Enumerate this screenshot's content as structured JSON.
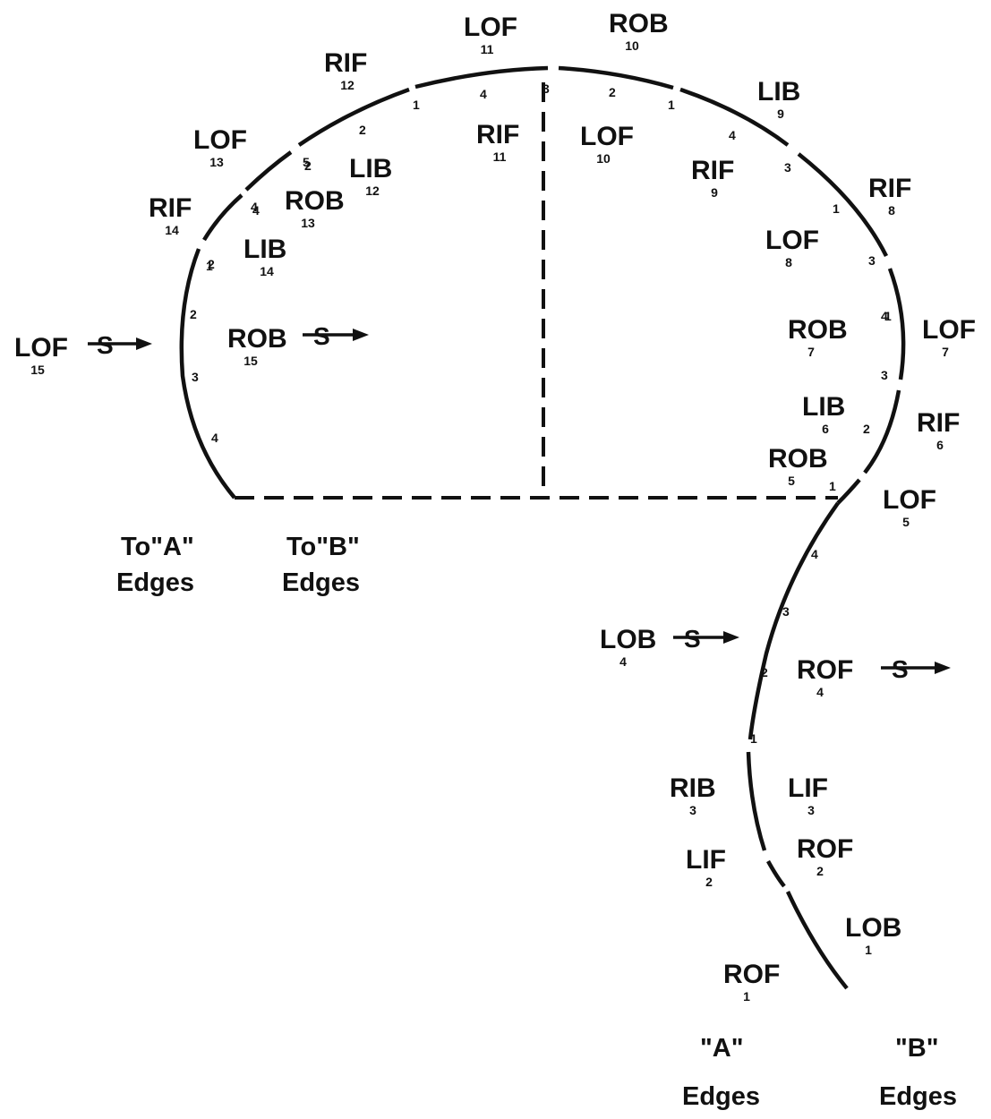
{
  "labels": [
    {
      "id": "lof-11-top",
      "code": "LOF",
      "num": "11"
    },
    {
      "id": "rob-10-top",
      "code": "ROB",
      "num": "10"
    },
    {
      "id": "rif-12",
      "code": "RIF",
      "num": "12"
    },
    {
      "id": "lib-9",
      "code": "LIB",
      "num": "9"
    },
    {
      "id": "rif-11",
      "code": "RIF",
      "num": "11"
    },
    {
      "id": "lof-10",
      "code": "LOF",
      "num": "10"
    },
    {
      "id": "lof-13",
      "code": "LOF",
      "num": "13"
    },
    {
      "id": "lib-12",
      "code": "LIB",
      "num": "12"
    },
    {
      "id": "rif-9",
      "code": "RIF",
      "num": "9"
    },
    {
      "id": "rif-8",
      "code": "RIF",
      "num": "8"
    },
    {
      "id": "rob-13",
      "code": "ROB",
      "num": "13"
    },
    {
      "id": "rif-14",
      "code": "RIF",
      "num": "14"
    },
    {
      "id": "lib-14",
      "code": "LIB",
      "num": "14"
    },
    {
      "id": "lof-8",
      "code": "LOF",
      "num": "8"
    },
    {
      "id": "lof-15",
      "code": "LOF",
      "num": "15"
    },
    {
      "id": "rob-15",
      "code": "ROB",
      "num": "15"
    },
    {
      "id": "rob-7",
      "code": "ROB",
      "num": "7"
    },
    {
      "id": "lof-7",
      "code": "LOF",
      "num": "7"
    },
    {
      "id": "lib-6",
      "code": "LIB",
      "num": "6"
    },
    {
      "id": "rif-6",
      "code": "RIF",
      "num": "6"
    },
    {
      "id": "rob-5",
      "code": "ROB",
      "num": "5"
    },
    {
      "id": "lof-5",
      "code": "LOF",
      "num": "5"
    },
    {
      "id": "lob-4",
      "code": "LOB",
      "num": "4"
    },
    {
      "id": "rof-4",
      "code": "ROF",
      "num": "4"
    },
    {
      "id": "rib-3",
      "code": "RIB",
      "num": "3"
    },
    {
      "id": "lif-3",
      "code": "LIF",
      "num": "3"
    },
    {
      "id": "lif-2",
      "code": "LIF",
      "num": "2"
    },
    {
      "id": "rof-2",
      "code": "ROF",
      "num": "2"
    },
    {
      "id": "lob-1",
      "code": "LOB",
      "num": "1"
    },
    {
      "id": "rof-1",
      "code": "ROF",
      "num": "1"
    }
  ],
  "ticks": [
    "1",
    "4",
    "3",
    "2",
    "1",
    "2",
    "4",
    "3",
    "2",
    "1",
    "4",
    "3",
    "2",
    "1",
    "5",
    "4",
    "1",
    "2",
    "3",
    "4",
    "4",
    "3",
    "2",
    "1",
    "4",
    "3",
    "2",
    "1"
  ],
  "s_marker": "S",
  "captions": {
    "to_a_line1": "To\"A\"",
    "to_a_line2": "Edges",
    "to_b_line1": "To\"B\"",
    "to_b_line2": "Edges",
    "a_line1": "\"A\"",
    "a_line2": "Edges",
    "b_line1": "\"B\"",
    "b_line2": "Edges"
  }
}
